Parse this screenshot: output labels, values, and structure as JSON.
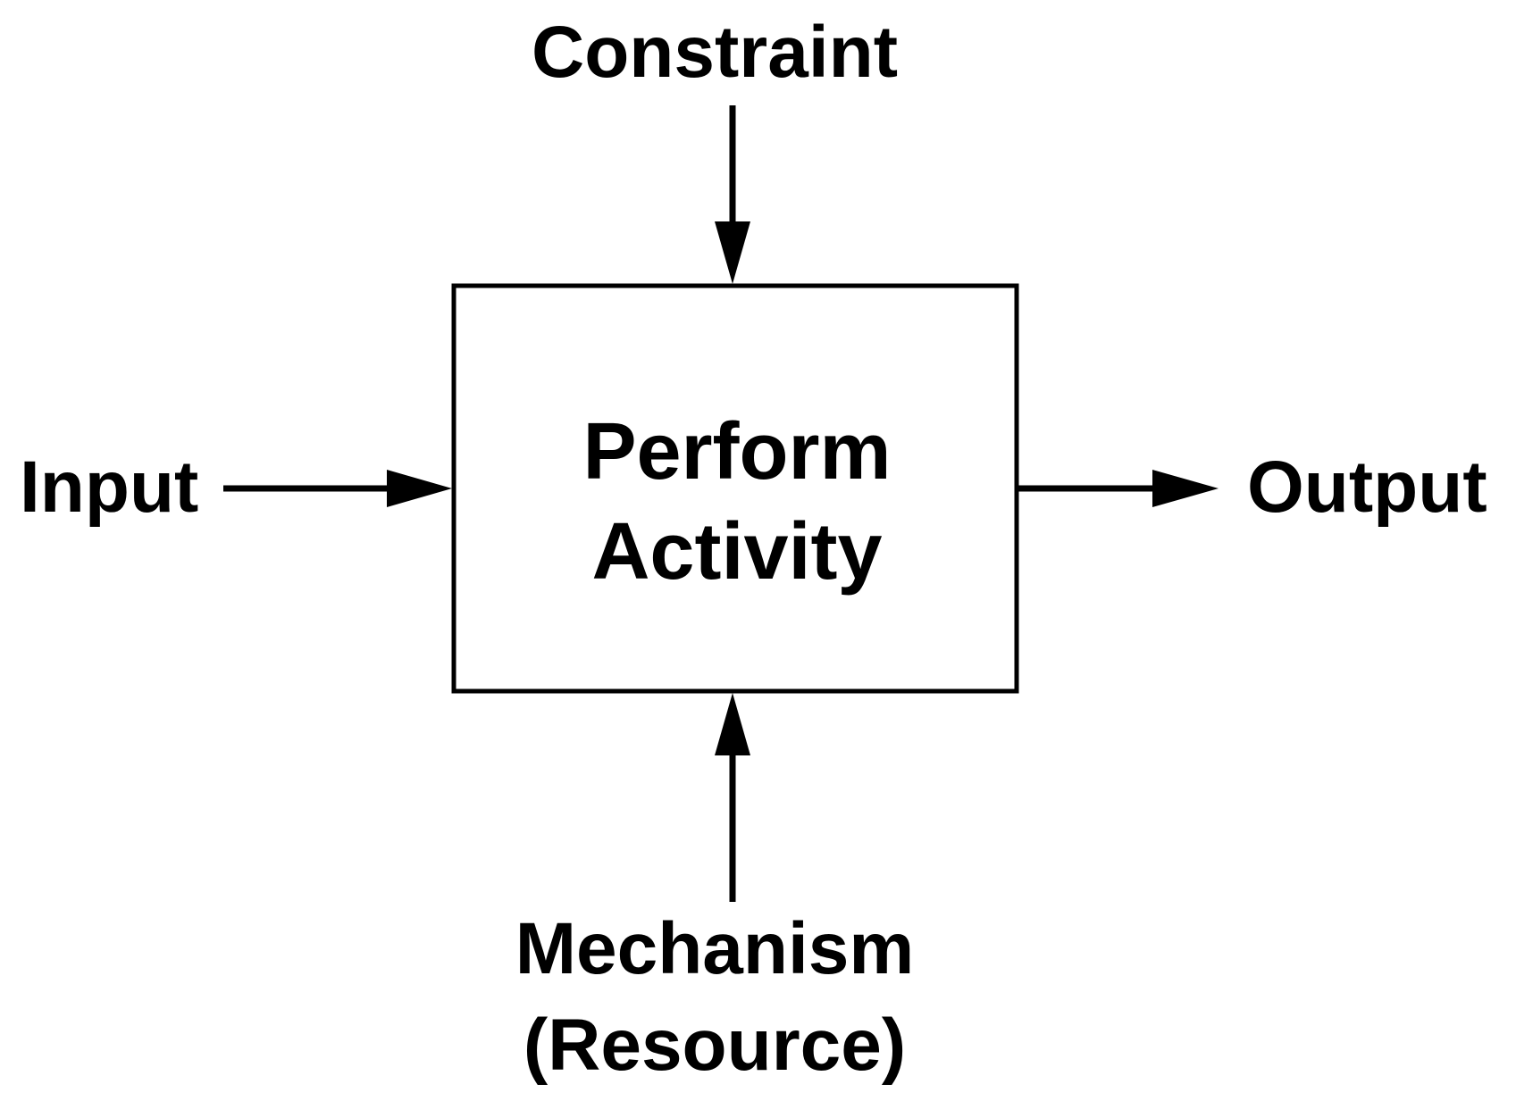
{
  "diagram": {
    "activity": {
      "line1": "Perform",
      "line2": "Activity"
    },
    "constraint": "Constraint",
    "input": "Input",
    "output": "Output",
    "mechanism": {
      "line1": "Mechanism",
      "line2": "(Resource)"
    },
    "colors": {
      "stroke": "#000000",
      "background": "#ffffff",
      "text": "#000000"
    }
  }
}
